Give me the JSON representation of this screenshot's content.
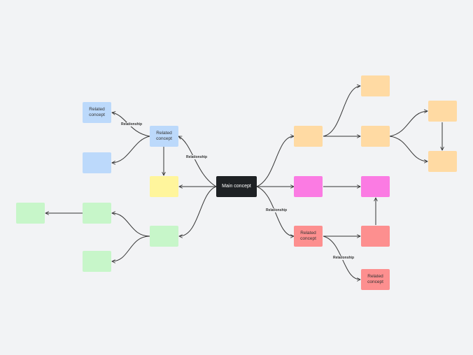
{
  "nodes": {
    "main": "Main concept",
    "blue_center": "Related concept",
    "blue_top": "Related concept",
    "blue_bottom": "",
    "yellow": "",
    "green_center": "",
    "green_top": "",
    "green_far": "",
    "green_bottom": "",
    "orange_center": "",
    "orange_mid": "",
    "orange_top": "",
    "orange_right_top": "",
    "orange_right_bottom": "",
    "magenta_center": "",
    "magenta_right": "",
    "red_center": "Related concept",
    "red_right": "",
    "red_bottom": "Related concept"
  },
  "labels": {
    "main_to_blue": "Relationship",
    "blue_to_top": "Relationship",
    "main_to_red": "Relationship",
    "red_to_bottom": "Relationship"
  },
  "colors": {
    "background": "#f2f3f5",
    "main": "#1e2124",
    "blue": "#bcd9fb",
    "yellow": "#fff59c",
    "green": "#c7f6c9",
    "orange": "#ffdaa3",
    "magenta": "#fb7be3",
    "red": "#fd8f8f"
  }
}
